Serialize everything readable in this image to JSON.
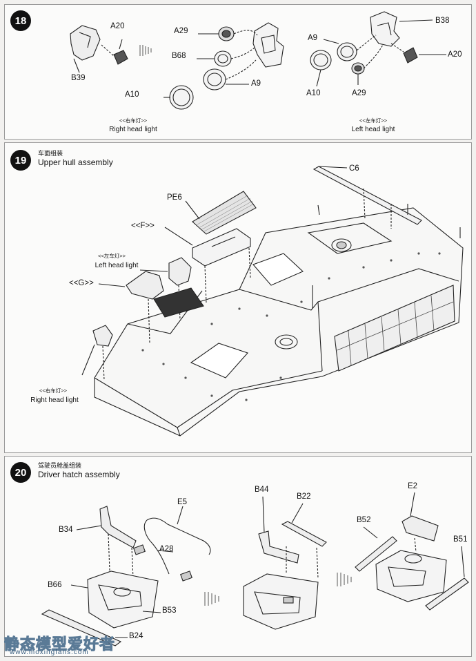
{
  "steps": [
    {
      "number": "18",
      "labels": {
        "a20_left": "A20",
        "b39": "B39",
        "a29_mid": "A29",
        "b68": "B68",
        "a10_mid": "A10",
        "a9_mid": "A9",
        "a9_right": "A9",
        "b38": "B38",
        "a20_right": "A20",
        "a10_right": "A10",
        "a29_right": "A29"
      },
      "captions": {
        "right_cn": "<<右车灯>>",
        "right_en": "Right head light",
        "left_cn": "<<左车灯>>",
        "left_en": "Left head light"
      }
    },
    {
      "number": "19",
      "title_cn": "车面组装",
      "title_en": "Upper hull assembly",
      "labels": {
        "c6": "C6",
        "pe6": "PE6",
        "f": "<<F>>",
        "g": "<<G>>"
      },
      "captions": {
        "left_cn": "<<左车灯>>",
        "left_en": "Left head light",
        "right_cn": "<<右车灯>>",
        "right_en": "Right head light"
      }
    },
    {
      "number": "20",
      "title_cn": "驾驶员舱盖组装",
      "title_en": "Driver hatch assembly",
      "labels": {
        "b34": "B34",
        "e5": "E5",
        "a28": "A28",
        "b66": "B66",
        "b53": "B53",
        "b24": "B24",
        "b44": "B44",
        "b22": "B22",
        "e2": "E2",
        "b52": "B52",
        "b51": "B51"
      }
    }
  ],
  "watermark": {
    "text": "静态模型爱好者",
    "url": "www.moxingfans.com"
  }
}
